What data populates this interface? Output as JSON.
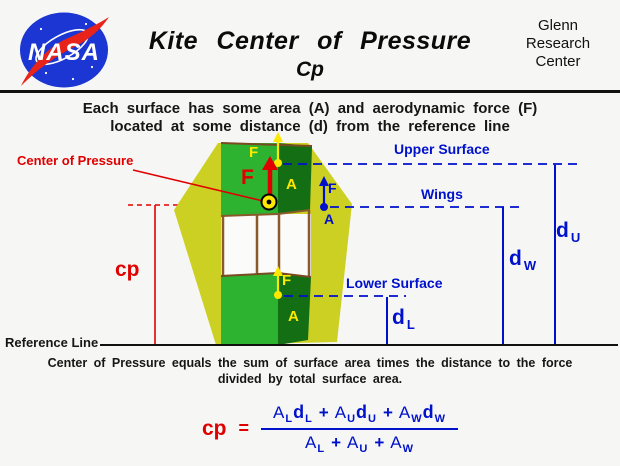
{
  "header": {
    "title": "Kite Center of Pressure",
    "subtitle": "Cp",
    "logo_text": "NASA",
    "org": {
      "line1": "Glenn",
      "line2": "Research",
      "line3": "Center"
    }
  },
  "intro": {
    "line1": "Each surface has some area (A) and aerodynamic force (F)",
    "line2": "located at some distance (d) from the reference line"
  },
  "diagram": {
    "center_of_pressure_label": "Center of Pressure",
    "cp_label": "cp",
    "reference_line_label": "Reference Line",
    "upper_surface_label": "Upper Surface",
    "wings_label": "Wings",
    "lower_surface_label": "Lower Surface",
    "force_label": "F",
    "area_label": "A",
    "dims": {
      "dl": {
        "base": "d",
        "sub": "L"
      },
      "dw": {
        "base": "d",
        "sub": "W"
      },
      "du": {
        "base": "d",
        "sub": "U"
      }
    }
  },
  "caption": {
    "line1": "Center of Pressure equals the sum of surface area times the distance to the force",
    "line2": "divided by total surface area."
  },
  "formula": {
    "lhs": "cp",
    "equals": "=",
    "plus": "+",
    "num": [
      {
        "a": "A",
        "as": "L",
        "d": "d",
        "ds": "L"
      },
      {
        "a": "A",
        "as": "U",
        "d": "d",
        "ds": "U"
      },
      {
        "a": "A",
        "as": "W",
        "d": "d",
        "ds": "W"
      }
    ],
    "den": [
      {
        "a": "A",
        "as": "L"
      },
      {
        "a": "A",
        "as": "U"
      },
      {
        "a": "A",
        "as": "W"
      }
    ]
  },
  "colors": {
    "label_blue": "#0011cc",
    "accent_red": "#e00000",
    "bright_green": "#2eb330",
    "dark_green": "#146e14",
    "wing_yellow": "#ccd022",
    "marker_yellow": "#ffe800",
    "frame_brown": "#8a5a2b",
    "nasa_blue": "#1b36d2",
    "background": "#f6f6f5"
  }
}
